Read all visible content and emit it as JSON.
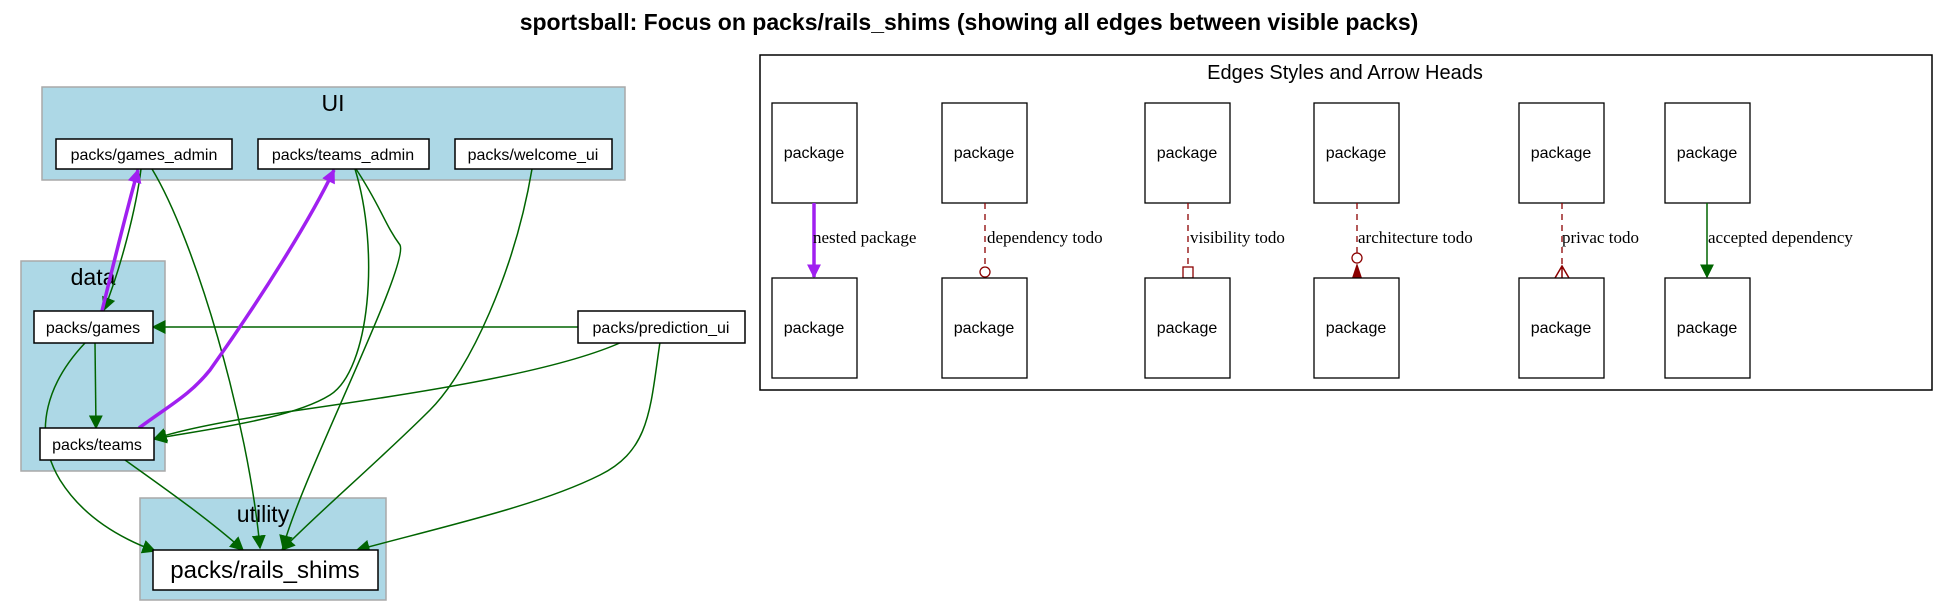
{
  "title": "sportsball: Focus on packs/rails_shims (showing all edges between visible packs)",
  "clusters": {
    "ui": "UI",
    "data": "data",
    "utility": "utility"
  },
  "nodes": {
    "games_admin": "packs/games_admin",
    "teams_admin": "packs/teams_admin",
    "welcome_ui": "packs/welcome_ui",
    "games": "packs/games",
    "teams": "packs/teams",
    "prediction_ui": "packs/prediction_ui",
    "rails_shims": "packs/rails_shims"
  },
  "edges": [
    {
      "from": "packs/games_admin",
      "to": "packs/games",
      "style": "accepted dependency"
    },
    {
      "from": "packs/games_admin",
      "to": "packs/rails_shims",
      "style": "accepted dependency"
    },
    {
      "from": "packs/teams_admin",
      "to": "packs/teams",
      "style": "accepted dependency"
    },
    {
      "from": "packs/teams_admin",
      "to": "packs/rails_shims",
      "style": "accepted dependency"
    },
    {
      "from": "packs/welcome_ui",
      "to": "packs/rails_shims",
      "style": "accepted dependency"
    },
    {
      "from": "packs/games",
      "to": "packs/games_admin",
      "style": "nested package"
    },
    {
      "from": "packs/games",
      "to": "packs/teams",
      "style": "accepted dependency"
    },
    {
      "from": "packs/games",
      "to": "packs/rails_shims",
      "style": "accepted dependency"
    },
    {
      "from": "packs/teams",
      "to": "packs/teams_admin",
      "style": "nested package"
    },
    {
      "from": "packs/teams",
      "to": "packs/rails_shims",
      "style": "accepted dependency"
    },
    {
      "from": "packs/prediction_ui",
      "to": "packs/games",
      "style": "accepted dependency"
    },
    {
      "from": "packs/prediction_ui",
      "to": "packs/teams",
      "style": "accepted dependency"
    },
    {
      "from": "packs/prediction_ui",
      "to": "packs/rails_shims",
      "style": "accepted dependency"
    }
  ],
  "legend": {
    "title": "Edges Styles and Arrow Heads",
    "package_label": "package",
    "items": [
      {
        "label": "nested package",
        "style": "bold purple, normal arrowhead"
      },
      {
        "label": "dependency todo",
        "style": "dashed dark red, open circle"
      },
      {
        "label": "visibility todo",
        "style": "dashed dark red, open box"
      },
      {
        "label": "architecture todo",
        "style": "dashed dark red, circle + arrow"
      },
      {
        "label": "privac todo",
        "style": "dashed dark red, crow"
      },
      {
        "label": "accepted dependency",
        "style": "solid dark green, normal arrowhead"
      }
    ]
  },
  "colors": {
    "cluster_fill": "#add8e6",
    "cluster_border": "#a9a9a9",
    "accepted_dependency": "#006400",
    "nested_package": "#a020f0",
    "todo": "#8b0000"
  }
}
